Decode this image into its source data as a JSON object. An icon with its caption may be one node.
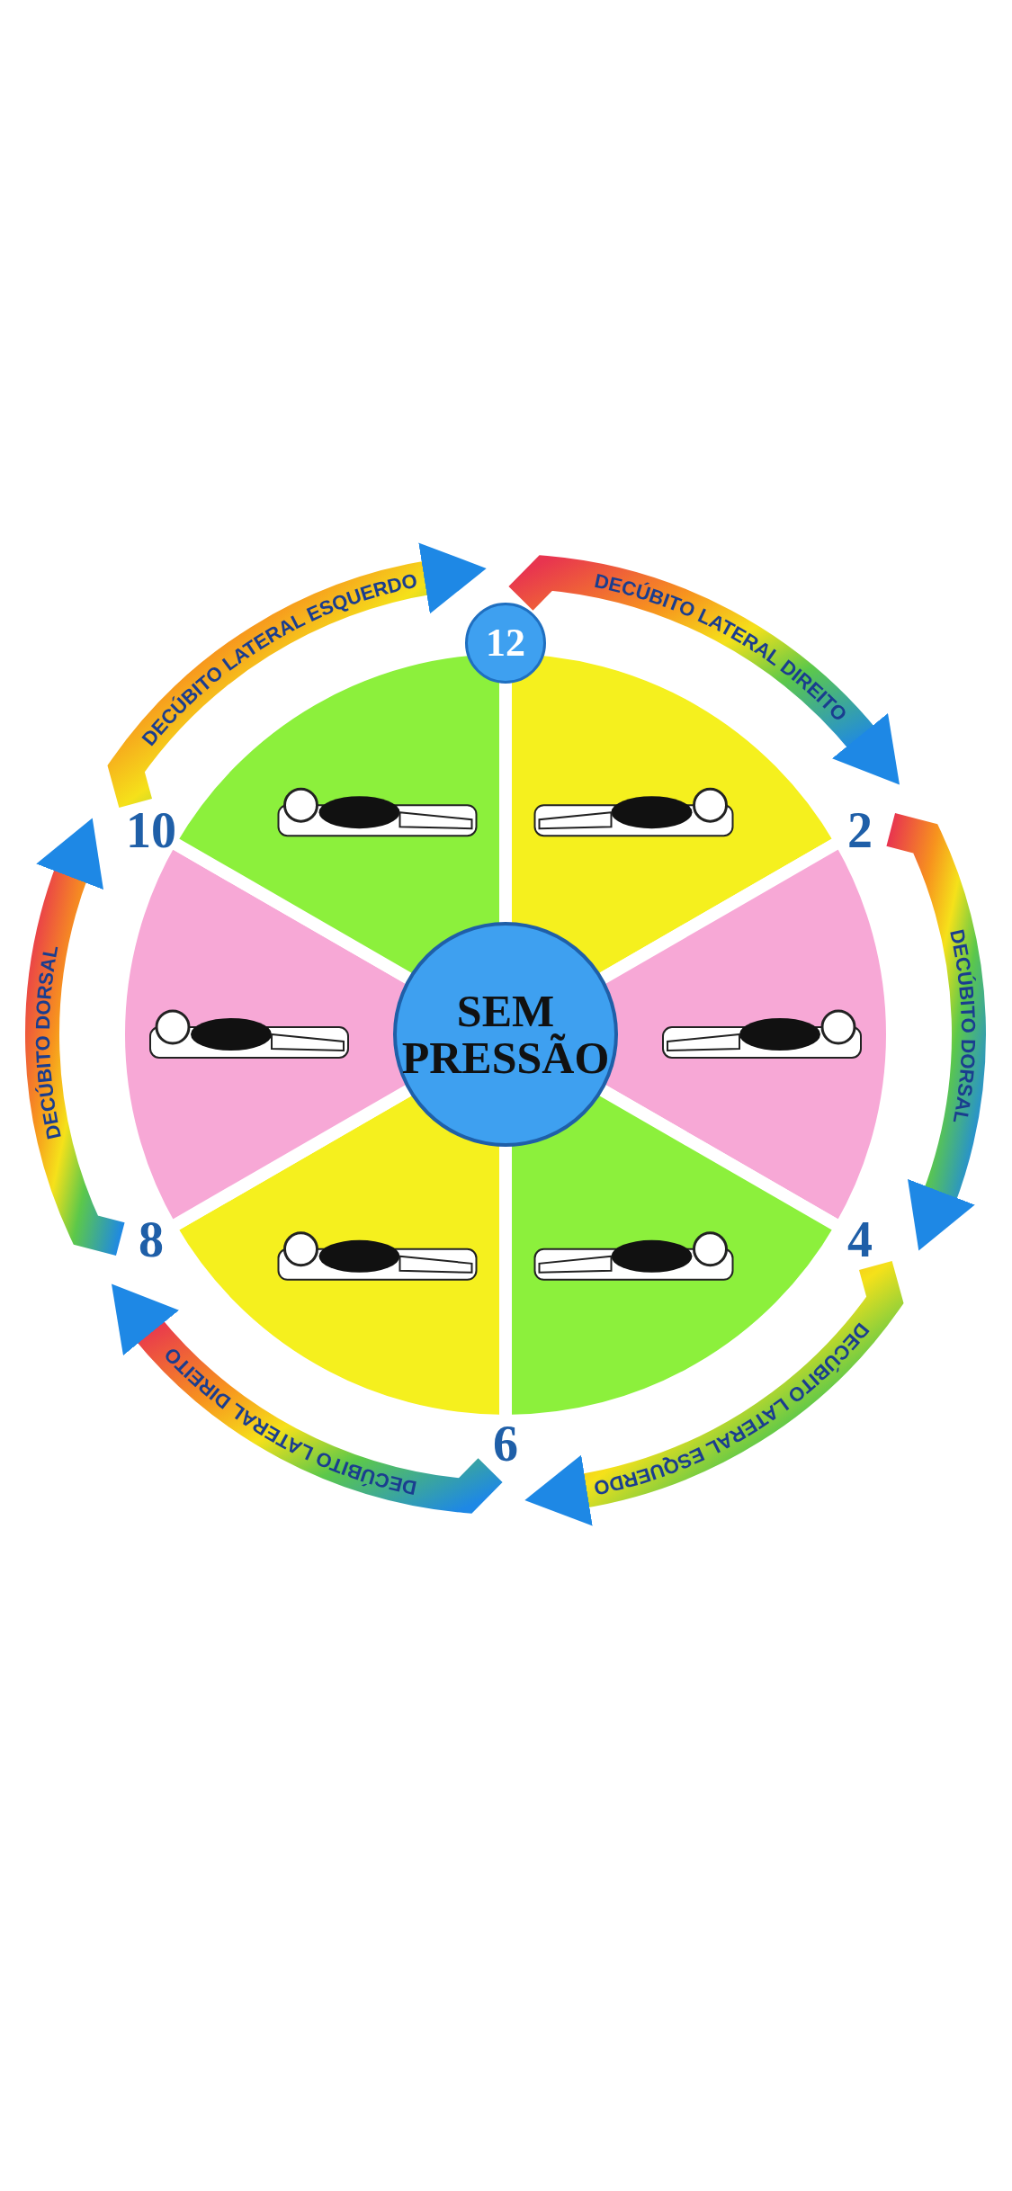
{
  "diagram": {
    "nodes": [
      {
        "text": [
          "SEM PRESSÃO"
        ]
      },
      {
        "text": [
          "12"
        ]
      },
      {
        "text": [
          "2"
        ]
      },
      {
        "text": [
          "4"
        ]
      },
      {
        "text": [
          "6"
        ]
      },
      {
        "text": [
          "8"
        ]
      },
      {
        "text": [
          "10"
        ]
      }
    ],
    "edges": [
      {
        "from": 1,
        "to": 2,
        "arrow": "to",
        "label": "DECÚBITO LATERAL DIREITO"
      },
      {
        "from": 2,
        "to": 3,
        "arrow": "to",
        "label": "DECÚBITO DORSAL"
      },
      {
        "from": 3,
        "to": 4,
        "arrow": "to",
        "label": "DECÚBITO LATERAL ESQUERDO"
      },
      {
        "from": 4,
        "to": 5,
        "arrow": "to",
        "label": "DECÚBITO LATERAL DIREITO"
      },
      {
        "from": 5,
        "to": 6,
        "arrow": "to",
        "label": "DECÚBITO DORSAL"
      },
      {
        "from": 6,
        "to": 1,
        "arrow": "to",
        "label": "DECÚBITO LATERAL ESQUERDO"
      }
    ]
  }
}
